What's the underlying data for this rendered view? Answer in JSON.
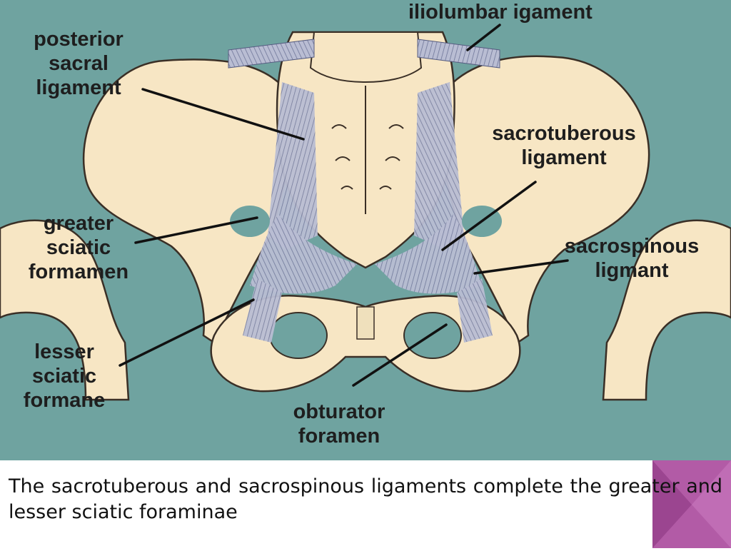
{
  "labels": {
    "iliolumbar": "iliolumbar igament",
    "posterior_sacral": "posterior\nsacral\nligament",
    "sacrotuberous": "sacrotuberous\nligament",
    "greater_sciatic": "greater\nsciatic\nformamen",
    "sacrospinous": "sacrospinous\nligmant",
    "lesser_sciatic": "lesser\nsciatic\nformane",
    "obturator": "obturator\nforamen"
  },
  "caption": "The sacrotuberous and sacrospinous ligaments complete the greater and lesser sciatic foraminae",
  "colors": {
    "background": "#6fa3a0",
    "bone": "#f7e6c4",
    "ligament": "#8e97b6",
    "corner_accent": "#b25ba6"
  }
}
